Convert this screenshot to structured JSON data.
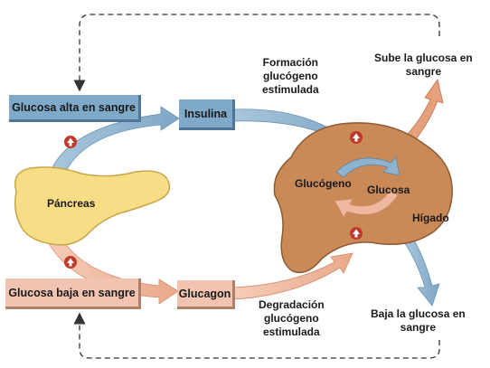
{
  "boxes": {
    "glucosa_alta": "Glucosa alta en sangre",
    "insulina": "Insulina",
    "glucosa_baja": "Glucosa baja en sangre",
    "glucagon": "Glucagon"
  },
  "organs": {
    "pancreas": "Páncreas",
    "higado": "Hígado"
  },
  "cycle": {
    "glucogeno": "Glucógeno",
    "glucosa": "Glucosa"
  },
  "labels": {
    "formacion": [
      "Formación",
      "glucógeno",
      "estimulada"
    ],
    "degradacion": [
      "Degradación",
      "glucógeno",
      "estimulada"
    ],
    "sube": [
      "Sube la glucosa en",
      "sangre"
    ],
    "baja": [
      "Baja la glucosa en",
      "sangre"
    ]
  },
  "colors": {
    "blue_path": "#8db3cf",
    "pink_path": "#f1b8a0",
    "liver": "#c98a58",
    "pancreas": "#f7dd86",
    "stimulus_marker": "#c0392b"
  },
  "icons": [
    "up-arrow-icon"
  ]
}
